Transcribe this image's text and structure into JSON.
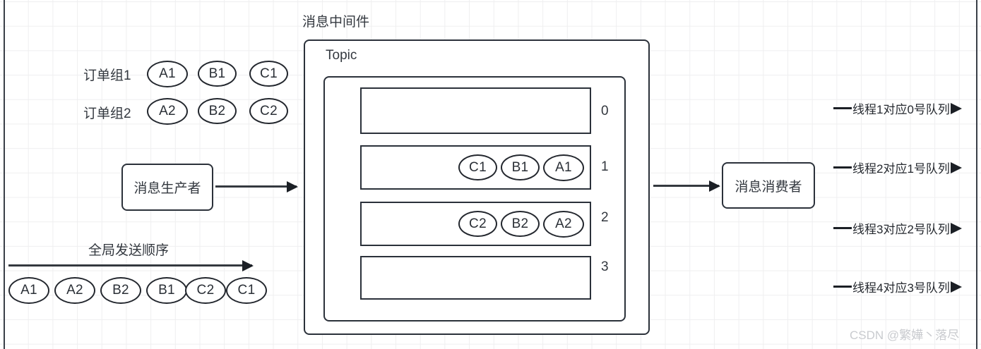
{
  "diagram": {
    "title_middleware": "消息中间件",
    "topic_label": "Topic",
    "producer_label": "消息生产者",
    "consumer_label": "消息消费者",
    "order_group_1_label": "订单组1",
    "order_group_2_label": "订单组2",
    "global_order_label": "全局发送顺序",
    "order_group_1_messages": [
      "A1",
      "B1",
      "C1"
    ],
    "order_group_2_messages": [
      "A2",
      "B2",
      "C2"
    ],
    "global_send_sequence": [
      "A1",
      "A2",
      "B2",
      "B1",
      "C2",
      "C1"
    ],
    "queues": [
      {
        "index": "0",
        "messages": []
      },
      {
        "index": "1",
        "messages": [
          "C1",
          "B1",
          "A1"
        ]
      },
      {
        "index": "2",
        "messages": [
          "C2",
          "B2",
          "A2"
        ]
      },
      {
        "index": "3",
        "messages": []
      }
    ],
    "thread_mappings": [
      "线程1对应0号队列",
      "线程2对应1号队列",
      "线程3对应2号队列",
      "线程4对应3号队列"
    ],
    "watermark": "CSDN @繁嬅丶落尽",
    "colors": {
      "stroke": "#2b313a",
      "grid": "#efeff0",
      "text": "#33383f",
      "watermark": "#c9cbcf"
    }
  }
}
